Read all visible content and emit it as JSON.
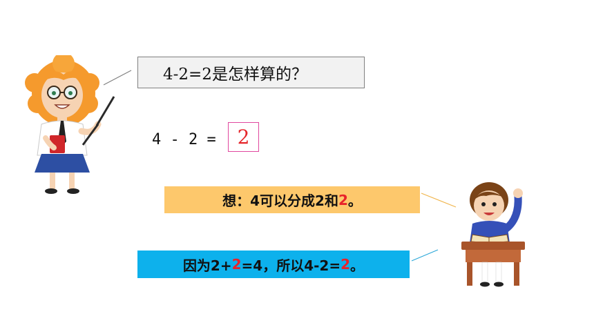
{
  "question": {
    "text": "4-2=2是怎样算的？"
  },
  "equation": {
    "left": "4",
    "op": "-",
    "right": "2",
    "eq": "=",
    "answer": "2"
  },
  "think": {
    "prefix": "想：4可以分成2和",
    "highlight": "2",
    "suffix": "。"
  },
  "because": {
    "part1": "因为2+",
    "hl1": "2",
    "part2": "=4，所以4-2=",
    "hl2": "2",
    "part3": "。"
  },
  "colors": {
    "think_bg": "#fdc86c",
    "because_bg": "#0db1ec",
    "highlight": "#e8232a",
    "answer_border": "#e0479e"
  }
}
